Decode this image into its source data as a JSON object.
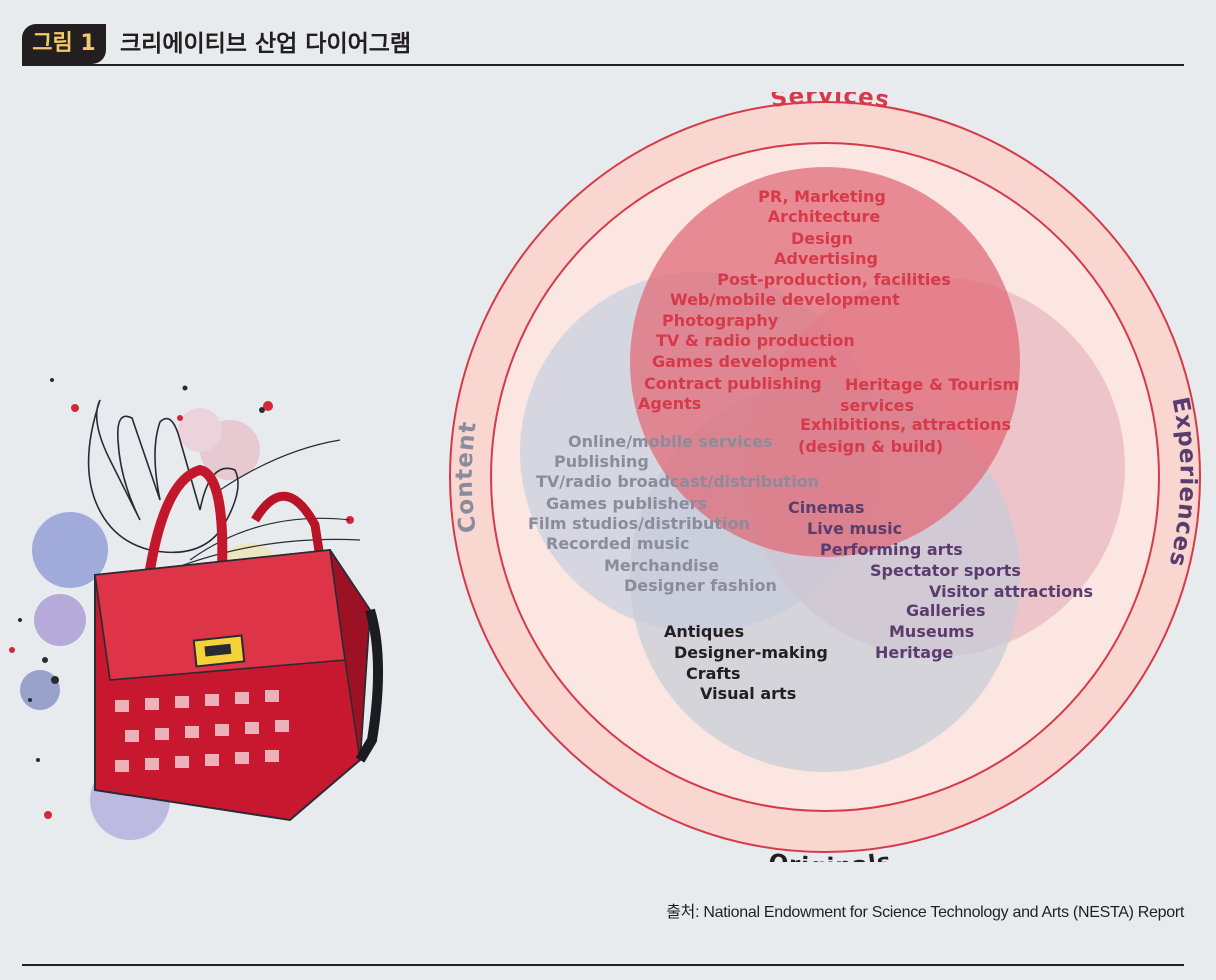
{
  "header": {
    "badge": "그림 1",
    "title": "크리에이티브 산업 다이어그램"
  },
  "source": "출처: National Endowment for Science Technology and Arts (NESTA) Report",
  "diagram": {
    "ring_labels": {
      "top": "Services",
      "bottom": "Originals",
      "left": "Content",
      "right": "Experiences"
    },
    "services": [
      "PR, Marketing",
      "Architecture",
      "Design",
      "Advertising",
      "Post-production, facilities",
      "Web/mobile development",
      "Photography",
      "TV & radio production",
      "Games development",
      "Contract publishing",
      "Agents"
    ],
    "services_experiences": [
      "Heritage & Tourism",
      "services",
      "Exhibitions, attractions",
      "(design & build)"
    ],
    "content": [
      "Online/mobile services",
      "Publishing",
      "TV/radio broadcast/distribution",
      "Games publishers",
      "Film studios/distribution",
      "Recorded music",
      "Merchandise",
      "Designer fashion"
    ],
    "experiences": [
      "Cinemas",
      "Live music",
      "Performing arts",
      "Spectator sports",
      "Visitor attractions",
      "Galleries",
      "Museums",
      "Heritage"
    ],
    "originals": [
      "Antiques",
      "Designer-making",
      "Crafts",
      "Visual arts"
    ],
    "colors": {
      "red": "#d63a4a",
      "purple": "#5a3c6e",
      "gray": "#8a8c9c",
      "dark": "#231f20"
    }
  }
}
